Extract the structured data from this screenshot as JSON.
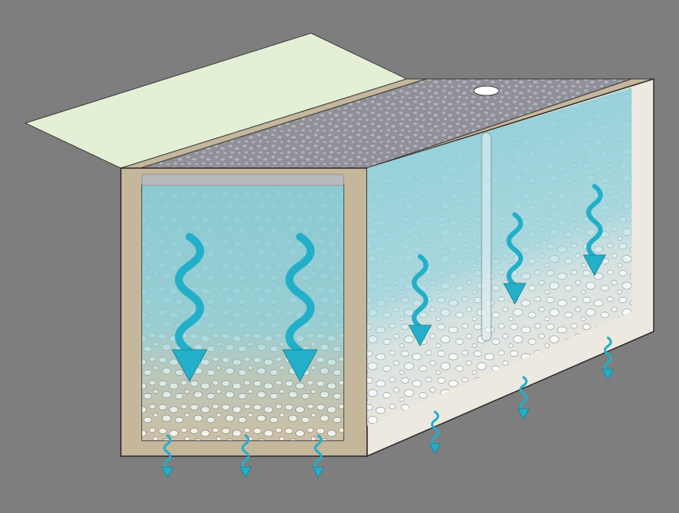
{
  "diagram": {
    "subject": "infiltration-trench-cutaway",
    "colors": {
      "background": "#7e7e7e",
      "ground_surface": "#e3f0d6",
      "trench_wall": "#c4b79c",
      "gravel_top": "#8f9098",
      "stone_light": "#f4f1ea",
      "stone_tan": "#cbbfa6",
      "water": "#9ed0d8",
      "arrow": "#23afc9",
      "outline": "#2b2b2b"
    },
    "icons": {
      "flow_arrow": "wavy-down-arrow",
      "seep_arrow": "small-wavy-down-arrow",
      "observation_well": "vertical-pipe",
      "well_cap": "ellipse-opening"
    },
    "arrows": {
      "front_large": 2,
      "side_medium": 3,
      "front_seep": 3,
      "side_seep": 3
    }
  }
}
